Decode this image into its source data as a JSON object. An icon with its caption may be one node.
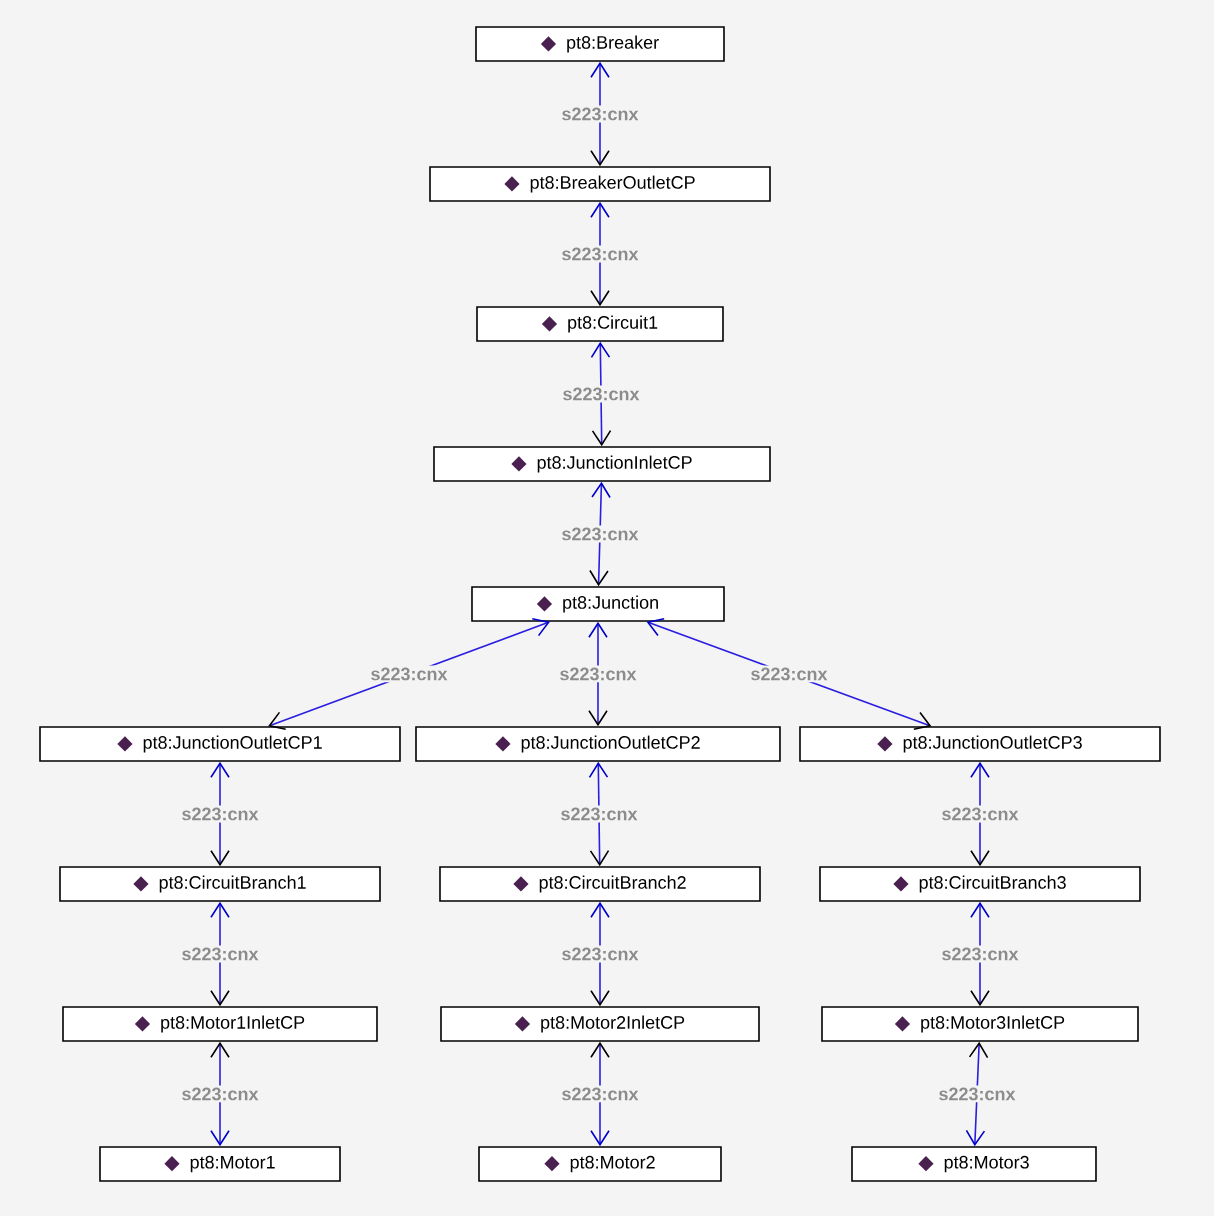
{
  "diagram": {
    "nodes": [
      {
        "text": [
          "pt8:Breaker"
        ]
      },
      {
        "text": [
          "pt8:BreakerOutletCP"
        ]
      },
      {
        "text": [
          "pt8:Circuit1"
        ]
      },
      {
        "text": [
          "pt8:JunctionInletCP"
        ]
      },
      {
        "text": [
          "pt8:Junction"
        ]
      },
      {
        "text": [
          "pt8:JunctionOutletCP1"
        ]
      },
      {
        "text": [
          "pt8:JunctionOutletCP2"
        ]
      },
      {
        "text": [
          "pt8:JunctionOutletCP3"
        ]
      },
      {
        "text": [
          "pt8:CircuitBranch1"
        ]
      },
      {
        "text": [
          "pt8:CircuitBranch2"
        ]
      },
      {
        "text": [
          "pt8:CircuitBranch3"
        ]
      },
      {
        "text": [
          "pt8:Motor1InletCP"
        ]
      },
      {
        "text": [
          "pt8:Motor2InletCP"
        ]
      },
      {
        "text": [
          "pt8:Motor3InletCP"
        ]
      },
      {
        "text": [
          "pt8:Motor1"
        ]
      },
      {
        "text": [
          "pt8:Motor2"
        ]
      },
      {
        "text": [
          "pt8:Motor3"
        ]
      }
    ],
    "edges": [
      {
        "from": 0,
        "to": 1,
        "arrow": "both",
        "label": "s223:cnx"
      },
      {
        "from": 1,
        "to": 2,
        "arrow": "both",
        "label": "s223:cnx"
      },
      {
        "from": 2,
        "to": 3,
        "arrow": "both",
        "label": "s223:cnx"
      },
      {
        "from": 3,
        "to": 4,
        "arrow": "both",
        "label": "s223:cnx"
      },
      {
        "from": 4,
        "to": 5,
        "arrow": "both",
        "label": "s223:cnx"
      },
      {
        "from": 4,
        "to": 6,
        "arrow": "both",
        "label": "s223:cnx"
      },
      {
        "from": 4,
        "to": 7,
        "arrow": "both",
        "label": "s223:cnx"
      },
      {
        "from": 5,
        "to": 8,
        "arrow": "both",
        "label": "s223:cnx"
      },
      {
        "from": 6,
        "to": 9,
        "arrow": "both",
        "label": "s223:cnx"
      },
      {
        "from": 7,
        "to": 10,
        "arrow": "both",
        "label": "s223:cnx"
      },
      {
        "from": 8,
        "to": 11,
        "arrow": "both",
        "label": "s223:cnx"
      },
      {
        "from": 9,
        "to": 12,
        "arrow": "both",
        "label": "s223:cnx"
      },
      {
        "from": 10,
        "to": 13,
        "arrow": "both",
        "label": "s223:cnx"
      },
      {
        "from": 11,
        "to": 14,
        "arrow": "both",
        "label": "s223:cnx"
      },
      {
        "from": 12,
        "to": 15,
        "arrow": "both",
        "label": "s223:cnx"
      },
      {
        "from": 13,
        "to": 16,
        "arrow": "both",
        "label": "s223:cnx"
      }
    ]
  }
}
